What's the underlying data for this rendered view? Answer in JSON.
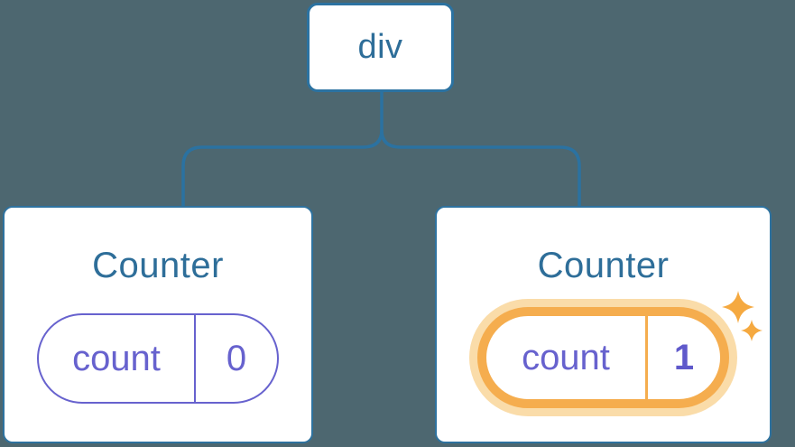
{
  "diagram": {
    "description": "React component tree: a div parent with two Counter children, each holding a count state pill; the second counter's state is highlighted after incrementing",
    "colors": {
      "background": "#4D6770",
      "connector_blue": "#2B72A1",
      "node_text_blue": "#2E6E99",
      "state_purple": "#6762CE",
      "highlight_orange": "#F5AD4E",
      "highlight_glow": "#FADCA9",
      "sparkle_orange": "#F5A940"
    },
    "root": {
      "label": "div"
    },
    "cards": [
      {
        "title": "Counter",
        "highlighted": false,
        "state": {
          "name": "count",
          "value": "0"
        }
      },
      {
        "title": "Counter",
        "highlighted": true,
        "state": {
          "name": "count",
          "value": "1"
        },
        "icon": "sparkle-icon"
      }
    ]
  }
}
